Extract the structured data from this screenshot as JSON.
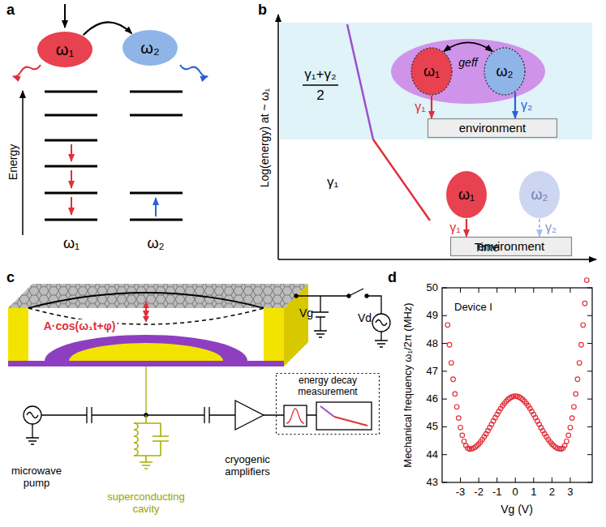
{
  "diagram": {
    "nodes": [
      {
        "text": [
          "ω₁"
        ]
      },
      {
        "text": [
          "ω₂"
        ]
      },
      {
        "text": [
          "ω₁"
        ]
      },
      {
        "text": [
          "ω₂"
        ]
      },
      {
        "text": [
          "environment"
        ]
      },
      {
        "text": [
          "ω₁"
        ]
      },
      {
        "text": [
          "ω₂"
        ]
      },
      {
        "text": [
          "environment"
        ]
      },
      {
        "text": [
          "energy decay measurement"
        ]
      }
    ],
    "edges": [
      {
        "from": 0,
        "to": 1,
        "arrow": "to"
      },
      {
        "from": 2,
        "to": 3,
        "label": "geff",
        "arrow": "both"
      },
      {
        "from": 2,
        "to": 4,
        "label": "γ₁",
        "arrow": "to"
      },
      {
        "from": 3,
        "to": 4,
        "label": "γ₂",
        "arrow": "to"
      },
      {
        "from": 5,
        "to": 7,
        "label": "γ₁",
        "arrow": "to"
      },
      {
        "from": 6,
        "to": 7,
        "label": "γ₂",
        "arrow": "to"
      }
    ],
    "labels": [
      "a",
      "Energy",
      "ω₁",
      "ω₂",
      "b",
      "Log(energy) at ~ ω₁",
      "γ₁+γ₂",
      "2",
      "γ₁",
      "Time",
      "c",
      "A·cos(ω₁t+φ)",
      "Vg",
      "Vd",
      "microwave pump",
      "superconducting cavity",
      "cryogenic amplifiers",
      "d",
      "Device I",
      "Mechanical frequency ω₁/2π (MHz)",
      "43",
      "44",
      "45",
      "46",
      "47",
      "48",
      "49",
      "50",
      "-3",
      "-2",
      "-1",
      "0",
      "1",
      "2",
      "3",
      "Vg (V)"
    ]
  }
}
